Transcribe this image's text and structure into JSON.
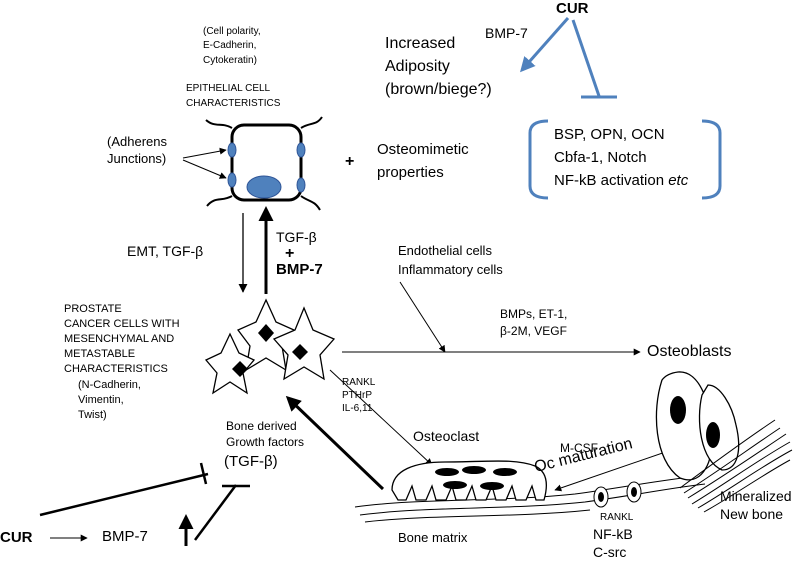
{
  "colors": {
    "ink": "#000000",
    "cur_arrow": "#4f81bd",
    "nucleus": "#4f81bd",
    "nucleus_edge": "#2f5597",
    "bracket": "#4f81bd"
  },
  "epithelial": {
    "markers": [
      "(Cell polarity,",
      "E-Cadherin,",
      "Cytokeratin)"
    ],
    "title": [
      "EPITHELIAL CELL",
      "CHARACTERISTICS"
    ],
    "adherens": [
      "(Adherens",
      "Junctions)"
    ],
    "plus": "+",
    "osteomimetic": [
      "Osteomimetic",
      "properties"
    ]
  },
  "cur_top": {
    "cur": "CUR",
    "bmp7": "BMP-7",
    "adiposity": [
      "Increased",
      "Adiposity",
      "(brown/biege?)"
    ],
    "inhibited": [
      "BSP, OPN, OCN",
      "Cbfa-1, Notch"
    ],
    "nfkb_prefix": "NF-kB activation ",
    "nfkb_etc": "etc"
  },
  "transition": {
    "emt": "EMT, TGF-β",
    "tgf": "TGF-β",
    "plus": "+",
    "bmp7": "BMP-7"
  },
  "microenv": [
    "Endothelial cells",
    "Inflammatory cells"
  ],
  "prostate": {
    "lines": [
      "PROSTATE",
      "CANCER CELLS WITH",
      "MESENCHYMAL AND",
      "METASTABLE",
      "CHARACTERISTICS"
    ],
    "markers": [
      "(N-Cadherin,",
      "Vimentin,",
      "Twist)"
    ]
  },
  "osteoblast_factors": [
    "BMPs, ET-1,",
    "β-2M, VEGF"
  ],
  "osteoblasts": "Osteoblasts",
  "osteoclast_factors": [
    "RANKL",
    "PTHrP",
    "IL-6,11"
  ],
  "osteoclast": "Osteoclast",
  "growth": {
    "lines": [
      "Bone derived",
      "Growth factors"
    ],
    "tgf": "(TGF-β)"
  },
  "maturation": {
    "mcsf": "M-CSF",
    "oc": "Oc maturation"
  },
  "precursor": [
    "RANKL",
    "NF-kB",
    "C-src"
  ],
  "bone_matrix": "Bone matrix",
  "mineralized": [
    "Mineralized",
    "New bone"
  ],
  "cur_bottom": {
    "cur": "CUR",
    "bmp7": "BMP-7"
  }
}
